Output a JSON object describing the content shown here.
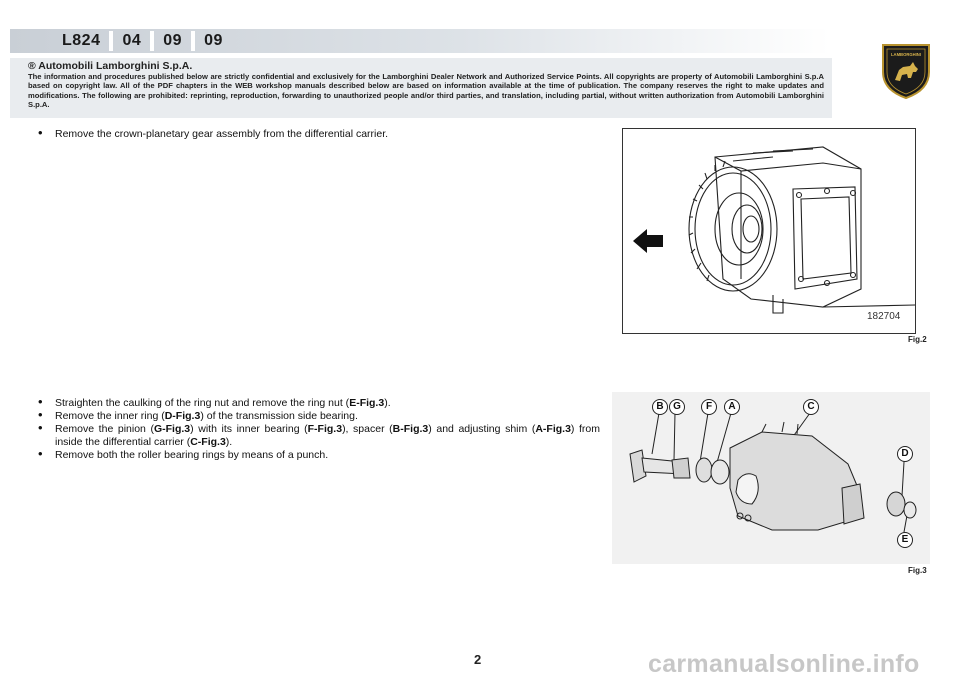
{
  "header": {
    "codes": [
      "L824",
      "04",
      "09",
      "09"
    ],
    "copyright_title": "® Automobili Lamborghini S.p.A.",
    "notice": "The information and procedures published below are strictly confidential and exclusively for the Lamborghini Dealer Network and Authorized Service Points. All copyrights are property of Automobili Lamborghini S.p.A based on copyright law. All of the PDF chapters in the WEB workshop manuals described below are based on information available at the time of publication. The company reserves the right to make updates and modifications. The following are prohibited: reprinting, reproduction, forwarding to unauthorized people and/or third parties, and translation, including partial, without written authorization from Automobili Lamborghini S.p.A.",
    "logo_text": "LAMBORGHINI"
  },
  "instructions": {
    "step1": "Remove the crown-planetary gear assembly from the differential carrier.",
    "step2": {
      "pre": "Straighten the caulking of the ring nut and remove the ring  nut (",
      "ref": "E-Fig.3",
      "post": ")."
    },
    "step3": {
      "pre": "Remove the inner ring (",
      "ref": "D-Fig.3",
      "post": ") of the transmission side bearing."
    },
    "step4": {
      "p1": "Remove the pinion (",
      "r1": "G-Fig.3",
      "p2": ") with its inner bearing (",
      "r2": "F-Fig.3",
      "p3": "), spacer (",
      "r3": "B-Fig.3",
      "p4": ") and adjusting shim (",
      "r4": "A-Fig.3",
      "p5": ") from inside the differential carrier (",
      "r5": "C-Fig.3",
      "p6": ")."
    },
    "step5": "Remove both the roller bearing rings by means of a punch."
  },
  "figures": {
    "fig2_label": "Fig.2",
    "fig2_code": "182704",
    "fig3_label": "Fig.3",
    "callouts": [
      "B",
      "G",
      "F",
      "A",
      "C",
      "D",
      "E"
    ]
  },
  "footer": {
    "page_number": "2",
    "watermark": "carmanualsonline.info"
  }
}
